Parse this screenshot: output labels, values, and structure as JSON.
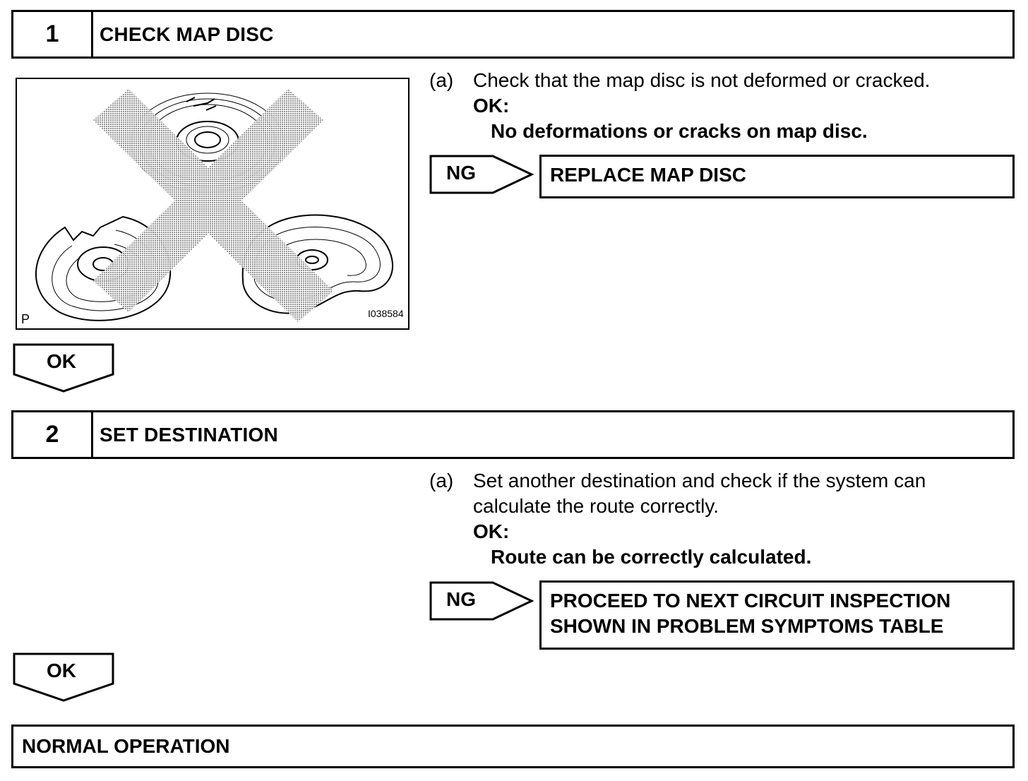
{
  "step1": {
    "number": "1",
    "title": "CHECK MAP DISC",
    "instruction": {
      "letter": "(a)",
      "text": "Check that the map disc is not deformed or cracked.",
      "ok_label": "OK:",
      "criteria": "No deformations or cracks on map disc."
    },
    "ng": {
      "label": "NG",
      "result": "REPLACE MAP DISC"
    },
    "ok_label": "OK",
    "figure": {
      "corner_letter": "P",
      "code": "I038584"
    }
  },
  "step2": {
    "number": "2",
    "title": "SET DESTINATION",
    "instruction": {
      "letter": "(a)",
      "text": "Set another destination and check if the system can calculate the route correctly.",
      "ok_label": "OK:",
      "criteria": "Route can be correctly calculated."
    },
    "ng": {
      "label": "NG",
      "result_line1": "PROCEED TO NEXT CIRCUIT INSPECTION",
      "result_line2": "SHOWN IN PROBLEM SYMPTOMS TABLE"
    },
    "ok_label": "OK"
  },
  "final": {
    "label": "NORMAL OPERATION"
  },
  "colors": {
    "ink": "#000000",
    "paper": "#ffffff",
    "halftone": "#9a9a9a"
  }
}
